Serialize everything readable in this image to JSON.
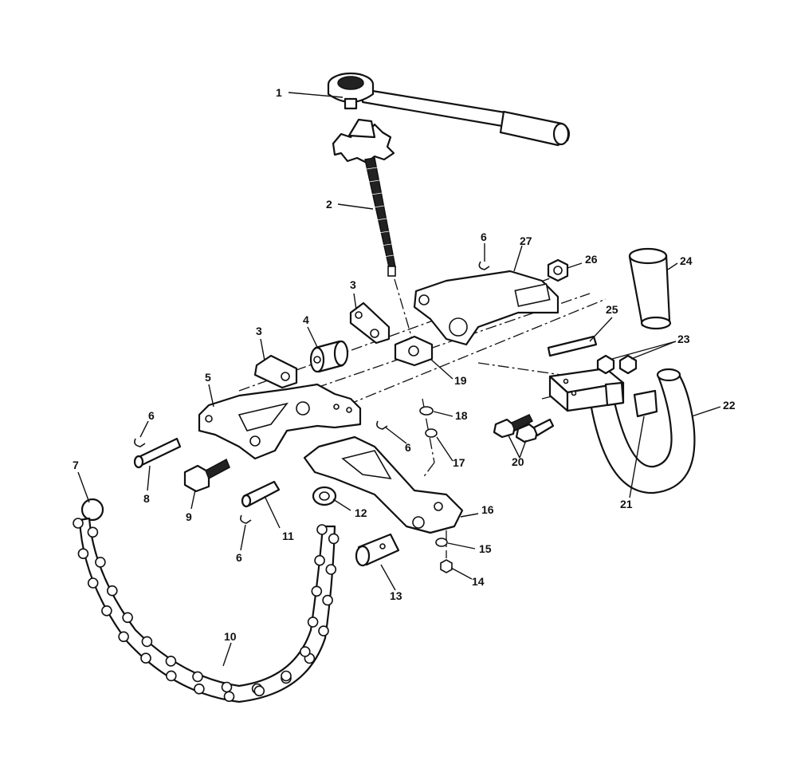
{
  "callouts": [
    "1",
    "2",
    "3",
    "3",
    "4",
    "5",
    "6",
    "6",
    "6",
    "6",
    "7",
    "8",
    "9",
    "10",
    "11",
    "12",
    "13",
    "14",
    "15",
    "16",
    "17",
    "18",
    "19",
    "20",
    "21",
    "22",
    "23",
    "24",
    "25",
    "26",
    "27"
  ],
  "labels": {
    "n1": "1",
    "n2": "2",
    "n3a": "3",
    "n3b": "3",
    "n4": "4",
    "n5": "5",
    "n6a": "6",
    "n6b": "6",
    "n6c": "6",
    "n6d": "6",
    "n7": "7",
    "n8": "8",
    "n9": "9",
    "n10": "10",
    "n11": "11",
    "n12": "12",
    "n13": "13",
    "n14": "14",
    "n15": "15",
    "n16": "16",
    "n17": "17",
    "n18": "18",
    "n19": "19",
    "n20": "20",
    "n21": "21",
    "n22": "22",
    "n23": "23",
    "n24": "24",
    "n25": "25",
    "n26": "26",
    "n27": "27"
  }
}
